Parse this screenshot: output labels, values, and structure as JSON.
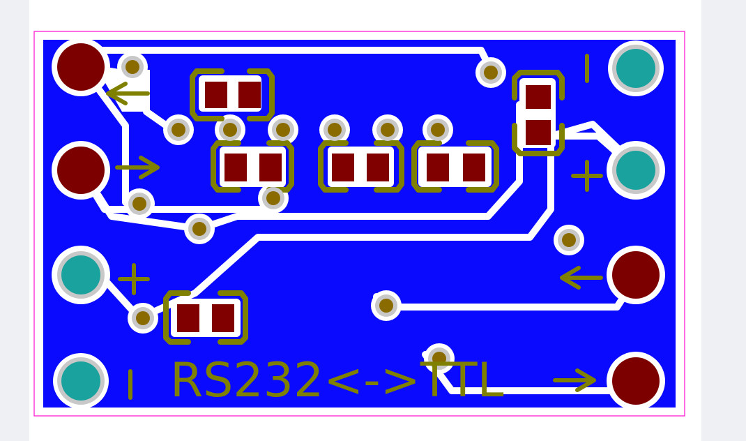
{
  "board": {
    "label_text": "RS232<->TTL",
    "colors": {
      "outline": "#ff3ad8",
      "copper_pour": "#0a0aff",
      "trace_clearance": "#ffffff",
      "silkscreen": "#7f7f00",
      "smd_pad": "#800000",
      "via_pad": "#c8c8c8",
      "via_hole": "#8a6b00",
      "connector_pad_maroon": "#7d0000",
      "connector_pad_teal": "#1aa39e"
    },
    "silkscreen_symbols": {
      "arrow_left": "←",
      "arrow_right": "→",
      "plus": "+",
      "bar": "|"
    },
    "connectors_left": [
      "arrow-left",
      "arrow-right",
      "plus",
      "bar"
    ],
    "connectors_right": [
      "bar",
      "plus",
      "arrow-left",
      "arrow-right"
    ]
  }
}
